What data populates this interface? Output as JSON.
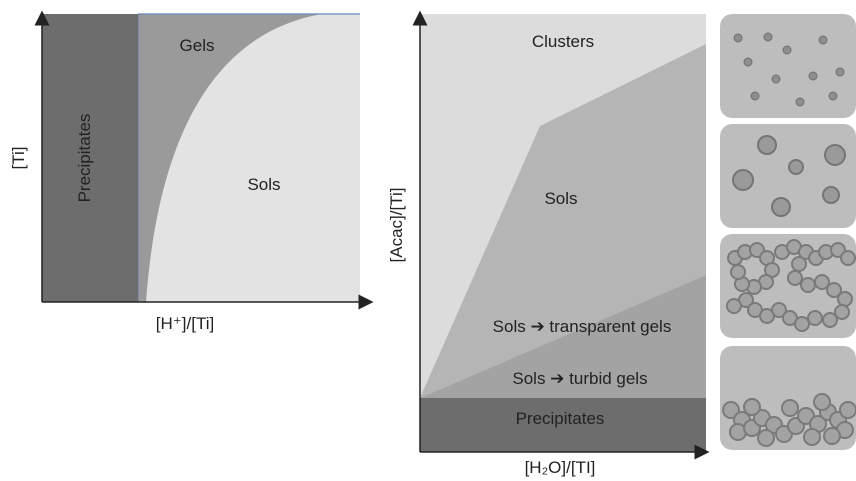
{
  "left_diagram": {
    "y_axis_label": "[Ti]",
    "x_axis_label": "[H⁺]/[Ti]",
    "regions": {
      "precipitates": "Precipitates",
      "gels": "Gels",
      "sols": "Sols"
    }
  },
  "right_diagram": {
    "y_axis_label": "[Acac]/[Ti]",
    "x_axis_label": "[H₂O]/[TI]",
    "regions": {
      "clusters": "Clusters",
      "sols": "Sols",
      "sols_transparent": "Sols ➔ transparent gels",
      "sols_turbid": "Sols ➔ turbid gels",
      "precipitates": "Precipitates"
    }
  },
  "colors": {
    "precipitates": "#6d6d6d",
    "gels": "#9a9a9a",
    "sols_light": "#e3e3e3",
    "clusters": "#dcdcdc",
    "sols_mid": "#b5b5b5",
    "gels_zone": "#a3a3a3",
    "panel_bg": "#bdbdbd",
    "particle": "#9a9a9a"
  }
}
